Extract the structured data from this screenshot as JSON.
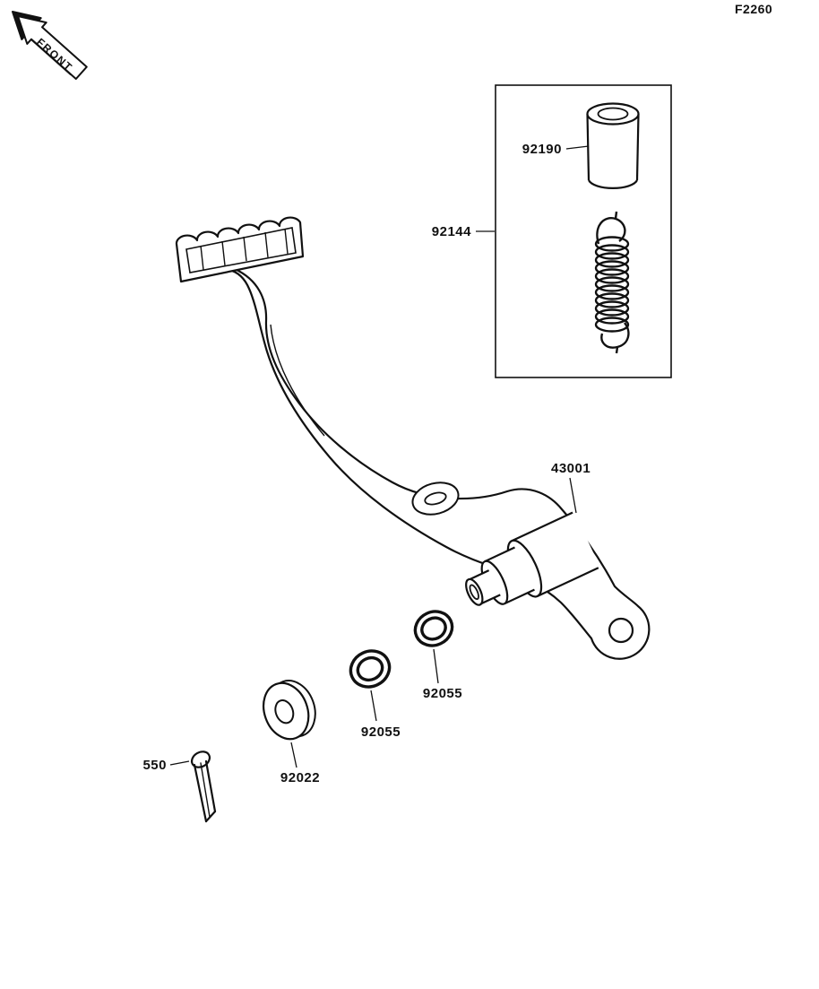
{
  "figure": {
    "code": "F2260",
    "front_label": "FRONT"
  },
  "labels": {
    "collar": "92190",
    "kit": "92144",
    "pedal": "43001",
    "oring_upper": "92055",
    "oring_lower": "92055",
    "washer": "92022",
    "pin": "550"
  },
  "colors": {
    "ink": "#111111",
    "background": "#ffffff"
  }
}
